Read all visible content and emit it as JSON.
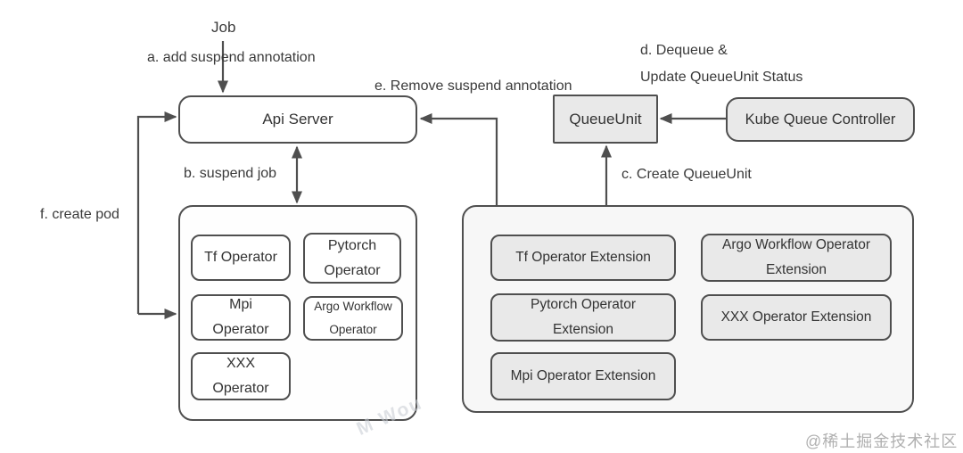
{
  "nodes": {
    "job": "Job",
    "api_server": "Api Server",
    "queue_unit": "QueueUnit",
    "kube_queue_controller": "Kube Queue Controller"
  },
  "edge_labels": {
    "a": "a. add suspend annotation",
    "b": "b. suspend job",
    "c": "c. Create QueueUnit",
    "d_line1": "d. Dequeue &",
    "d_line2": "Update QueueUnit Status",
    "e": "e. Remove suspend annotation",
    "f": "f. create pod"
  },
  "operators": [
    "Tf Operator",
    "Pytorch Operator",
    "Mpi Operator",
    "Argo Workflow Operator",
    "XXX Operator"
  ],
  "extensions": [
    "Tf Operator Extension",
    "Argo Workflow Operator Extension",
    "Pytorch Operator Extension",
    "XXX Operator Extension",
    "Mpi Operator Extension"
  ],
  "watermarks": {
    "corner": "@稀土掘金技术社区",
    "diagonal": "M Wou"
  },
  "colors": {
    "line": "#4f4f4f",
    "node_border": "#4f4f4f",
    "gray_fill": "#e9e9e9",
    "container_fill": "#f7f7f7",
    "white_fill": "#ffffff",
    "text": "#333333",
    "watermark": "#b0b0b0"
  }
}
